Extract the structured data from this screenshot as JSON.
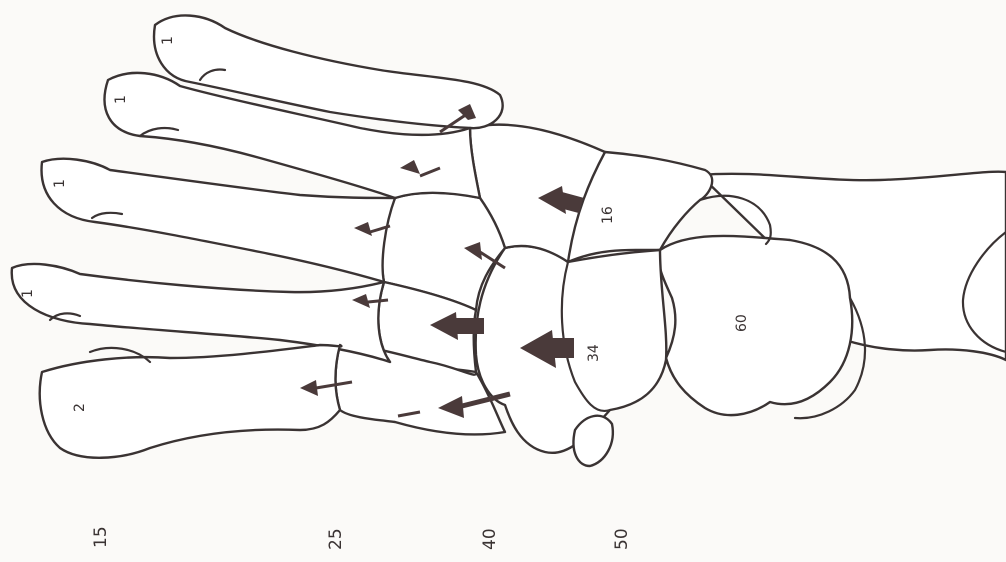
{
  "colors": {
    "line": "#3a3333",
    "arrow": "#4a3a3a",
    "paper": "#fbfaf8"
  },
  "bone_labels": {
    "toe1": "1",
    "toe2": "1",
    "toe3": "1",
    "toe4": "1",
    "big_toe": "2",
    "navicular": "16",
    "cuneiform": "34",
    "talus": "60"
  },
  "scale_labels": [
    "15",
    "25",
    "40",
    "50"
  ]
}
